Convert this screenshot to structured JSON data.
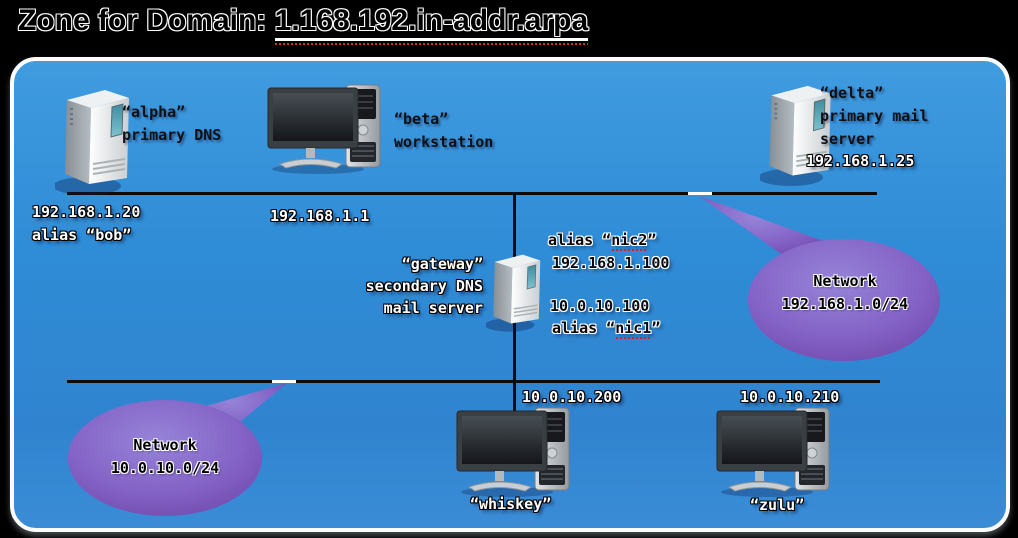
{
  "title": {
    "prefix": "Zone for Domain: ",
    "domain": "1.168.192.in-addr.arpa"
  },
  "colors": {
    "panel_blue": "#3190d8",
    "bubble_purple": "#7d56ba",
    "line_black": "#0b0b0b",
    "border_white": "#ffffff",
    "squiggle_red": "#d62418"
  },
  "icons": {
    "server": "server-tower-icon",
    "workstation": "workstation-icon",
    "bubble": "network-speech-bubble"
  },
  "hosts": {
    "alpha": {
      "name": "“alpha”",
      "role": "primary DNS",
      "ip": "192.168.1.20",
      "alias": "alias “bob”"
    },
    "beta": {
      "name": "“beta”",
      "role": "workstation",
      "ip": "192.168.1.1"
    },
    "delta": {
      "name": "“delta”",
      "role1": "primary mail",
      "role2": "server",
      "ip": "192.168.1.25"
    },
    "gateway": {
      "name": "“gateway”",
      "role1": "secondary DNS",
      "role2": "mail server",
      "nic2_prefix": "alias “",
      "nic2_word": "nic2",
      "nic2_suffix": "”",
      "nic2_ip": "192.168.1.100",
      "nic1_prefix": "alias “",
      "nic1_word": "nic1",
      "nic1_suffix": "”",
      "nic1_ip": "10.0.10.100"
    },
    "whiskey": {
      "name": "“whiskey”",
      "ip": "10.0.10.200"
    },
    "zulu": {
      "name": "“zulu”",
      "ip": "10.0.10.210"
    }
  },
  "networks": {
    "net1": {
      "label": "Network",
      "cidr": "192.168.1.0/24"
    },
    "net2": {
      "label": "Network",
      "cidr": "10.0.10.0/24"
    }
  }
}
